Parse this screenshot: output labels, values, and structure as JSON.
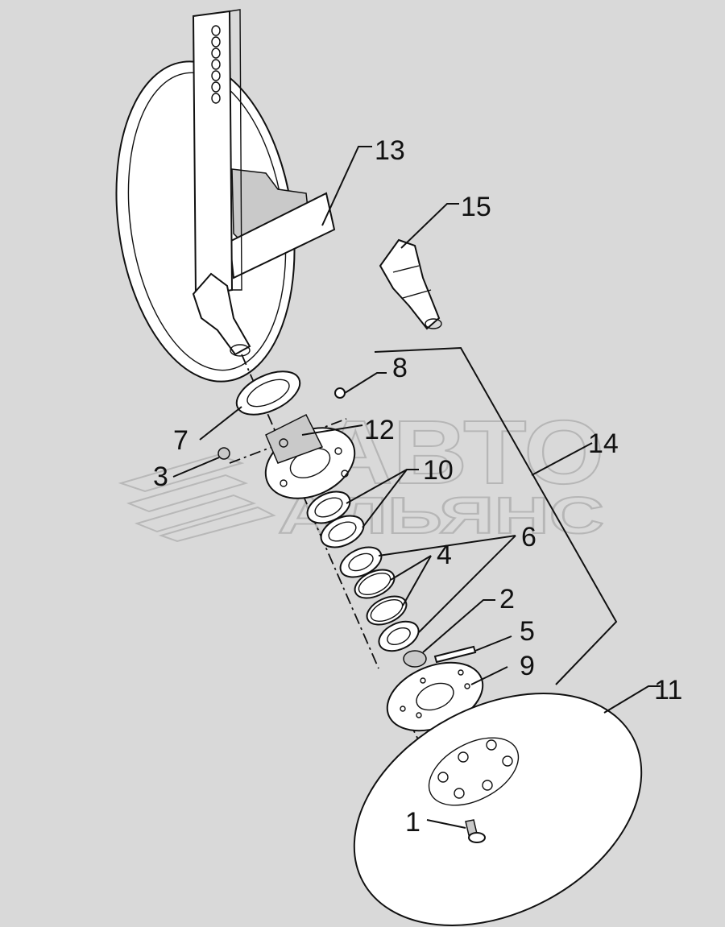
{
  "watermark": {
    "line1": "АВТО",
    "line2": "АЛЬЯНС"
  },
  "callouts": [
    {
      "id": "1",
      "text": "1"
    },
    {
      "id": "2",
      "text": "2"
    },
    {
      "id": "3",
      "text": "3"
    },
    {
      "id": "4",
      "text": "4"
    },
    {
      "id": "5",
      "text": "5"
    },
    {
      "id": "6",
      "text": "6"
    },
    {
      "id": "7",
      "text": "7"
    },
    {
      "id": "8",
      "text": "8"
    },
    {
      "id": "9",
      "text": "9"
    },
    {
      "id": "10",
      "text": "10"
    },
    {
      "id": "11",
      "text": "11"
    },
    {
      "id": "12",
      "text": "12"
    },
    {
      "id": "13",
      "text": "13"
    },
    {
      "id": "14",
      "text": "14"
    },
    {
      "id": "15",
      "text": "15"
    }
  ],
  "colors": {
    "background": "#d9d9d9",
    "line": "#111111",
    "part_fill": "#ffffff",
    "watermark": "#b0b0b0"
  }
}
